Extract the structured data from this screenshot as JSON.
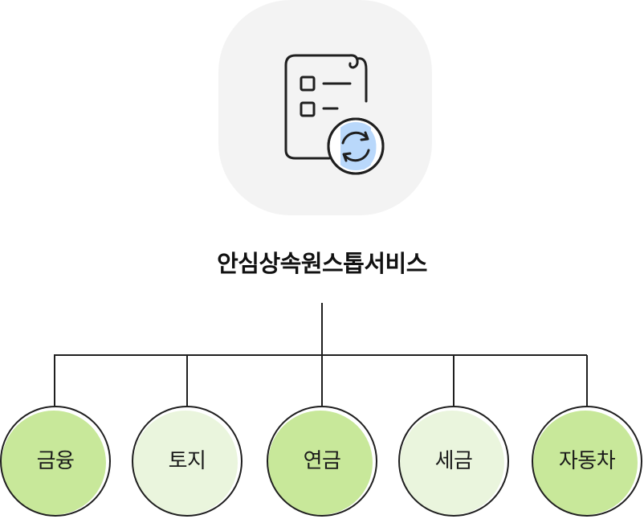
{
  "header": {
    "icon": "checklist-refresh-icon",
    "title": "안심상속원스톱서비스"
  },
  "colors": {
    "tile_bg": "#f3f3f3",
    "line": "#1f1f1f",
    "node_dark_fill": "#c8e89a",
    "node_light_fill": "#eaf5dd",
    "refresh_accent": "#b9d8fb"
  },
  "nodes": [
    {
      "label": "금융",
      "tone": "dark"
    },
    {
      "label": "토지",
      "tone": "light"
    },
    {
      "label": "연금",
      "tone": "dark"
    },
    {
      "label": "세금",
      "tone": "light"
    },
    {
      "label": "자동차",
      "tone": "dark"
    }
  ]
}
